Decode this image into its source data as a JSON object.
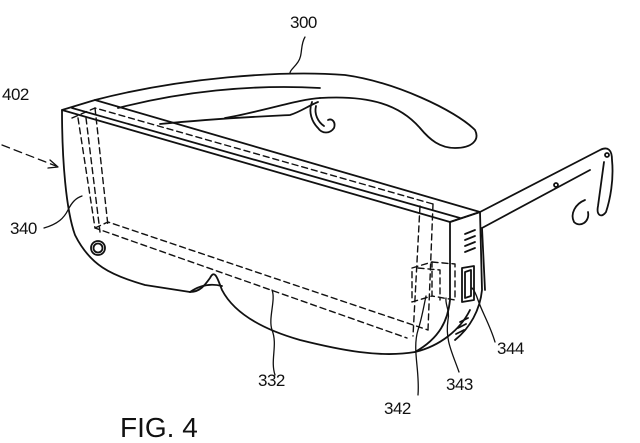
{
  "figure": {
    "caption": "FIG. 4",
    "subject": "head-mounted display goggles (patent line drawing)",
    "stroke_color": "#111111",
    "background": "#ffffff"
  },
  "labels": {
    "l300": "300",
    "l402": "402",
    "l340": "340",
    "l332": "332",
    "l342": "342",
    "l343": "343",
    "l344": "344"
  }
}
